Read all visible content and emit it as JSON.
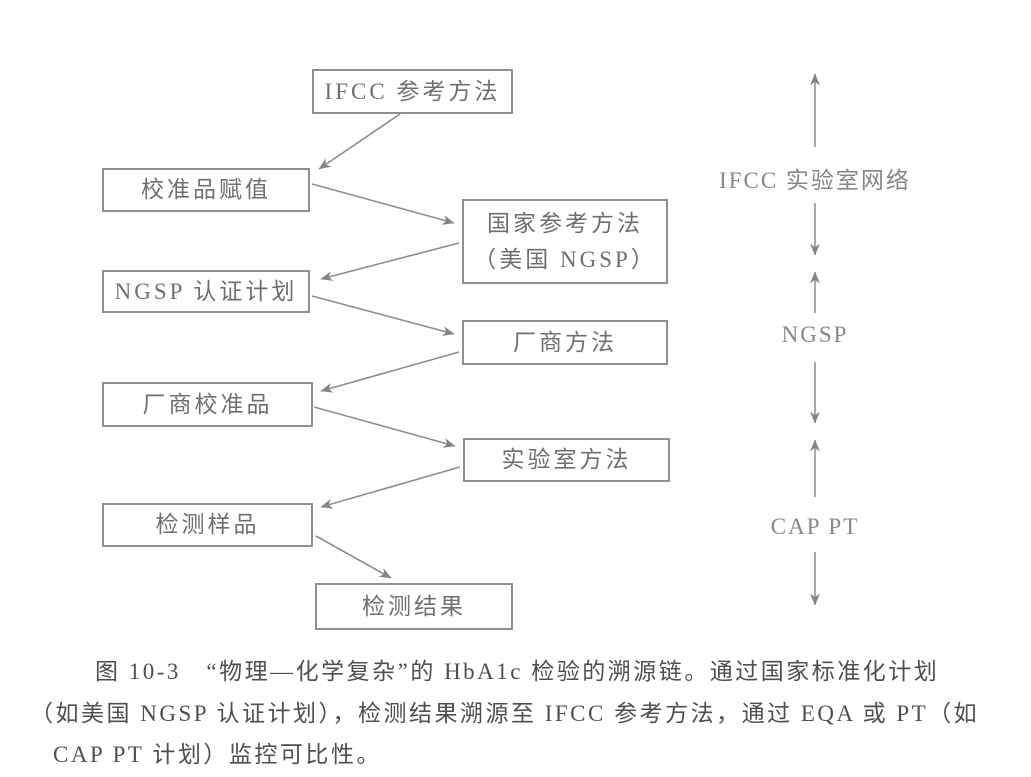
{
  "diagram": {
    "nodes": [
      {
        "label": "IFCC 参考方法"
      },
      {
        "label": "校准品赋值"
      },
      {
        "label_line1": "国家参考方法",
        "label_line2": "（美国 NGSP）"
      },
      {
        "label": "NGSP 认证计划"
      },
      {
        "label": "厂商方法"
      },
      {
        "label": "厂商校准品"
      },
      {
        "label": "实验室方法"
      },
      {
        "label": "检测样品"
      },
      {
        "label": "检测结果"
      }
    ],
    "scope_labels": [
      {
        "label": "IFCC 实验室网络"
      },
      {
        "label": "NGSP"
      },
      {
        "label": "CAP PT"
      }
    ],
    "colors": {
      "line": "#8d8d8d",
      "arrowhead": "#858585",
      "box_border": "#8f8f8f",
      "box_text": "#6f6f6f",
      "scope_text": "#868686",
      "caption_text": "#4f4f4f",
      "background": "#ffffff"
    }
  },
  "caption": {
    "line1": "图 10-3　“物理—化学复杂”的 HbA1c 检验的溯源链。通过国家标准化计划",
    "line2": "（如美国 NGSP 认证计划），检测结果溯源至 IFCC 参考方法，通过 EQA 或 PT（如",
    "line3": "CAP PT 计划）监控可比性。"
  }
}
